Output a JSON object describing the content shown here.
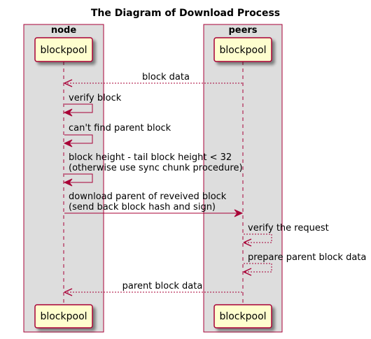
{
  "diagram": {
    "title": "The Diagram of Download Process",
    "boxes": [
      {
        "id": "node",
        "title": "node"
      },
      {
        "id": "peers",
        "title": "peers"
      }
    ],
    "participants": [
      {
        "id": "node_bp",
        "label": "blockpool",
        "box": "node"
      },
      {
        "id": "peer_bp",
        "label": "blockpool",
        "box": "peers"
      }
    ],
    "messages": [
      {
        "from": "peer_bp",
        "to": "node_bp",
        "style": "dashed",
        "lines": [
          "block data"
        ]
      },
      {
        "from": "node_bp",
        "to": "node_bp",
        "style": "solid",
        "lines": [
          "verify block"
        ]
      },
      {
        "from": "node_bp",
        "to": "node_bp",
        "style": "solid",
        "lines": [
          "can't find parent block"
        ]
      },
      {
        "from": "node_bp",
        "to": "node_bp",
        "style": "solid",
        "lines": [
          "block height - tail block height < 32",
          "(otherwise use sync chunk procedure)"
        ]
      },
      {
        "from": "node_bp",
        "to": "peer_bp",
        "style": "solid",
        "lines": [
          "download parent of reveived block",
          "(send back block hash and sign)"
        ]
      },
      {
        "from": "peer_bp",
        "to": "peer_bp",
        "style": "dashed",
        "lines": [
          "verify the request"
        ]
      },
      {
        "from": "peer_bp",
        "to": "peer_bp",
        "style": "dashed",
        "lines": [
          "prepare parent block data"
        ]
      },
      {
        "from": "peer_bp",
        "to": "node_bp",
        "style": "dashed",
        "lines": [
          "parent block data"
        ]
      }
    ],
    "colors": {
      "box_fill": "#dddddd",
      "box_stroke": "#a80036",
      "participant_fill": "#fefece",
      "participant_stroke": "#a80036",
      "arrow": "#a80036",
      "lifeline": "#a80036",
      "shadow": "#b4b4b4"
    }
  }
}
